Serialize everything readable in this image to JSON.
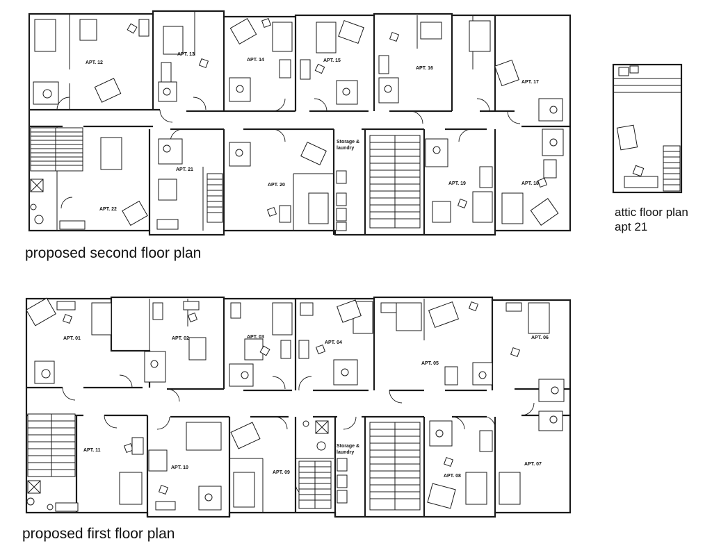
{
  "captions": {
    "second_floor": "proposed second floor plan",
    "first_floor": "proposed first floor plan",
    "attic_line1": "attic floor plan",
    "attic_line2": "apt 21"
  },
  "second_floor": {
    "apartments": [
      "APT. 12",
      "APT. 13",
      "APT. 14",
      "APT. 15",
      "APT. 16",
      "APT. 17",
      "APT. 21",
      "APT. 20",
      "APT. 19",
      "APT. 18",
      "APT. 22"
    ],
    "storage_line1": "Storage &",
    "storage_line2": "laundry"
  },
  "first_floor": {
    "apartments": [
      "APT. 01",
      "APT. 02",
      "APT. 03",
      "APT. 04",
      "APT. 05",
      "APT. 06",
      "APT. 11",
      "APT. 10",
      "APT. 09",
      "APT. 08",
      "APT. 07"
    ],
    "storage_line1": "Storage &",
    "storage_line2": "laundry"
  }
}
